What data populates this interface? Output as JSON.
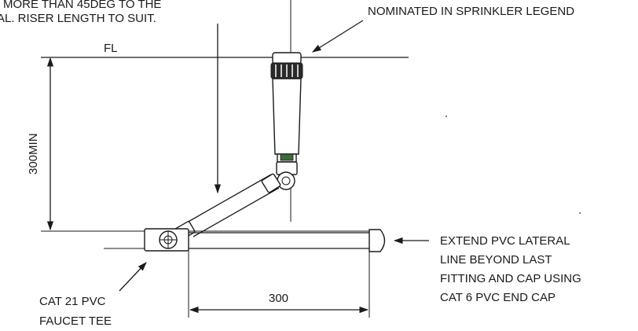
{
  "notes": {
    "top_left_line1": "MORE THAN 45DEG TO THE",
    "top_left_line2": "AL. RISER LENGTH TO SUIT.",
    "top_right": "NOMINATED IN SPRINKLER LEGEND"
  },
  "floor_label": "FL",
  "depth_dimension": "300MIN",
  "horizontal_dimension": "300",
  "tee_label": {
    "line1": "CAT 21 PVC",
    "line2": "FAUCET TEE"
  },
  "end_cap_note": {
    "line1": "EXTEND PVC LATERAL",
    "line2": "LINE BEYOND LAST",
    "line3": "FITTING AND CAP USING",
    "line4": "CAT 6 PVC END CAP"
  },
  "colors": {
    "ink": "#1a1a1a",
    "paper": "#ffffff"
  }
}
